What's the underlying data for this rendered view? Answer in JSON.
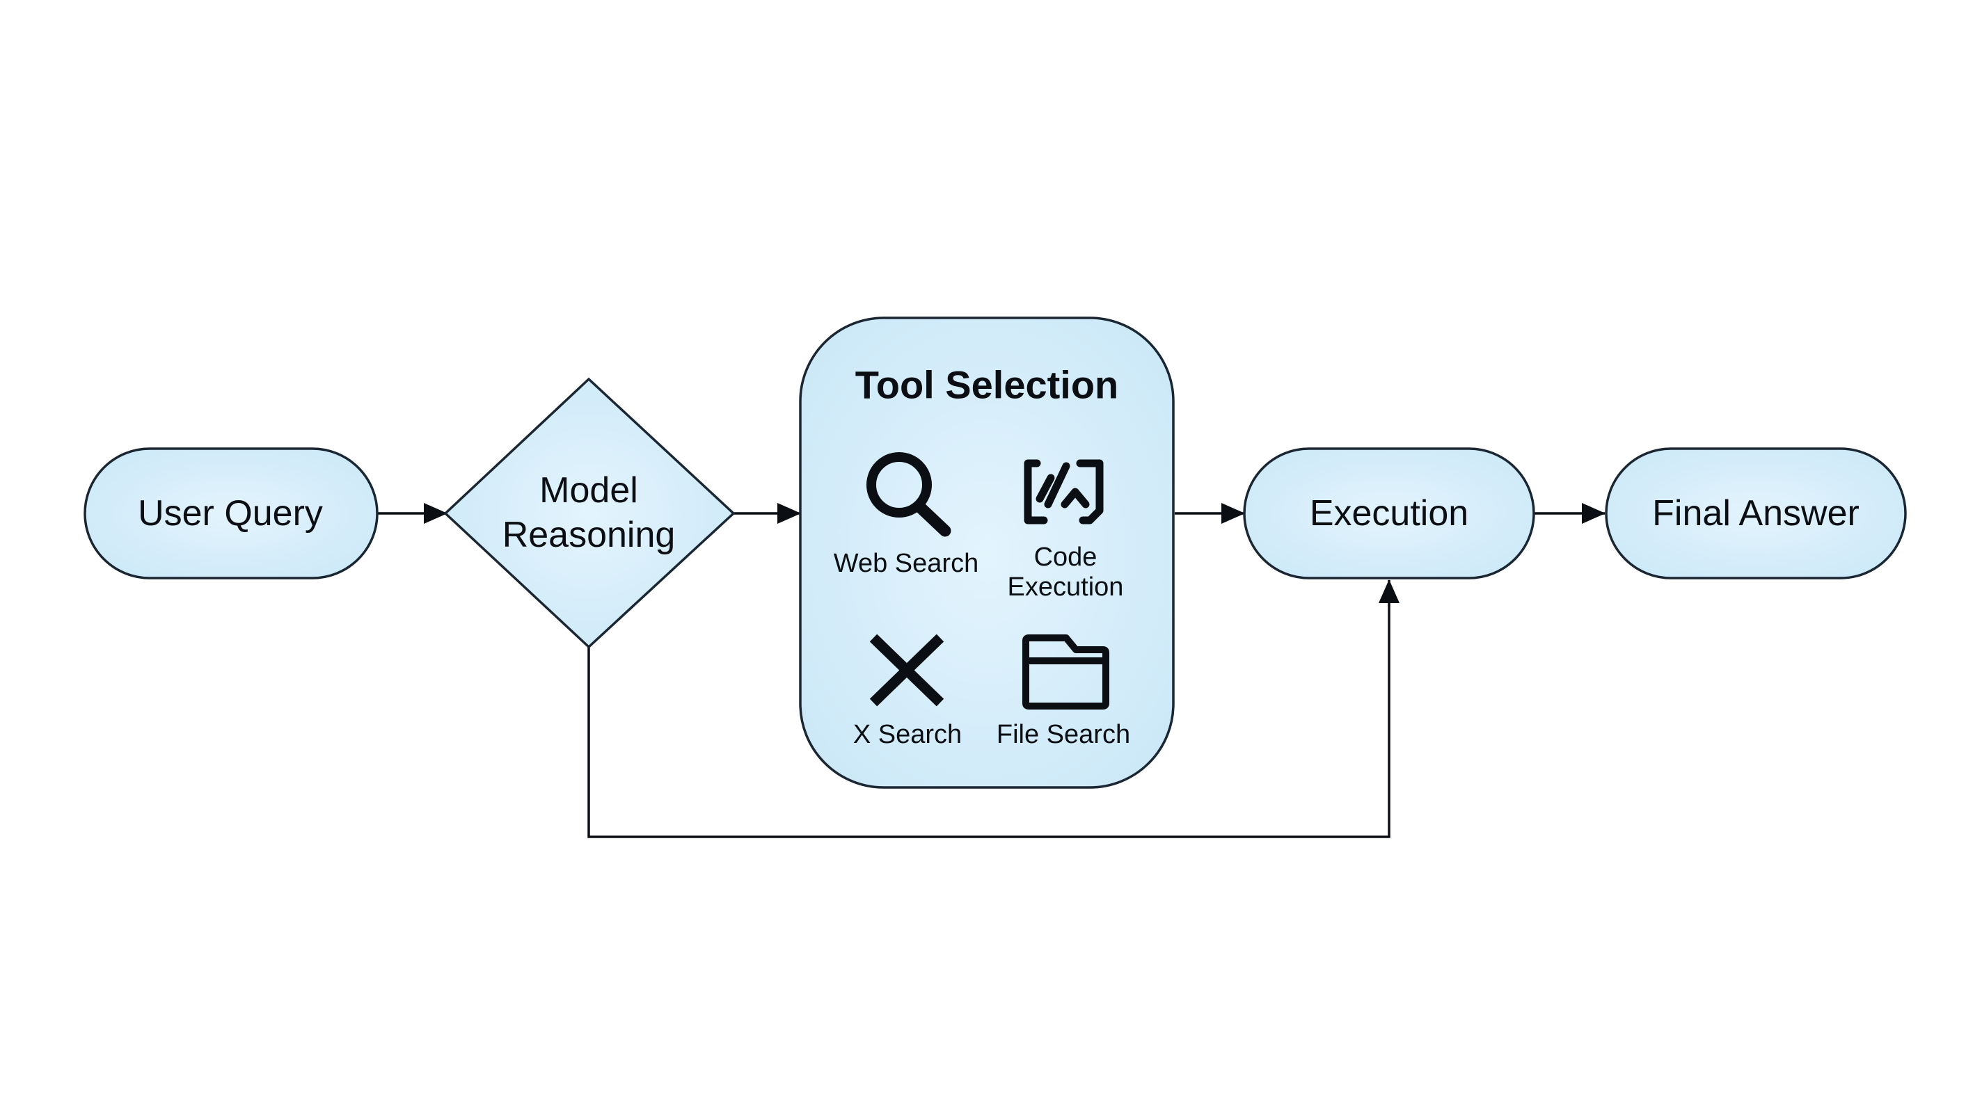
{
  "nodes": {
    "user_query": {
      "label": "User Query"
    },
    "model_reasoning": {
      "line1": "Model",
      "line2": "Reasoning"
    },
    "tool_selection": {
      "title": "Tool Selection",
      "tools": [
        {
          "icon": "magnifier-icon",
          "lines": [
            "Web Search"
          ]
        },
        {
          "icon": "code-icon",
          "lines": [
            "Code",
            "Execution"
          ]
        },
        {
          "icon": "x-icon",
          "lines": [
            "X Search"
          ]
        },
        {
          "icon": "folder-icon",
          "lines": [
            "File Search"
          ]
        }
      ]
    },
    "execution": {
      "label": "Execution"
    },
    "final_answer": {
      "label": "Final Answer"
    }
  },
  "colors": {
    "node_fill": "#d3ecf9",
    "node_fill_center": "#e1f3fc",
    "stroke": "#1a2733",
    "text": "#0b0f14",
    "background": "#ffffff"
  }
}
